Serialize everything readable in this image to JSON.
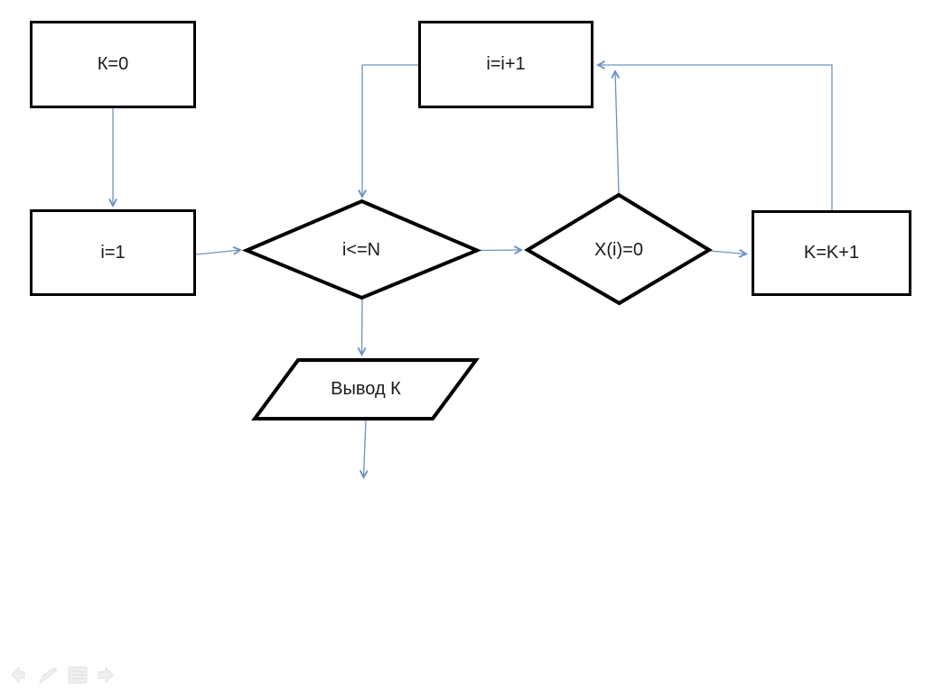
{
  "colors": {
    "connector": "#6b93c0",
    "shape_border": "#000000",
    "text_color": "#1a1a1a",
    "nav_icon_fill": "#efefef",
    "nav_icon_edge": "#e2e2e2"
  },
  "flowchart": {
    "nodes": {
      "k0": {
        "label": "К=0",
        "shape": "rectangle"
      },
      "i1": {
        "label": "i=1",
        "shape": "rectangle"
      },
      "i_inc": {
        "label": "i=i+1",
        "shape": "rectangle"
      },
      "cond_i_n": {
        "label": "i<=N",
        "shape": "diamond"
      },
      "cond_xi": {
        "label": "X(i)=0",
        "shape": "diamond"
      },
      "k_inc": {
        "label": "K=K+1",
        "shape": "rectangle"
      },
      "output_k": {
        "label": "Вывод К",
        "shape": "parallelogram"
      }
    },
    "edges": [
      {
        "from": "k0",
        "to": "i1"
      },
      {
        "from": "i1",
        "to": "cond_i_n"
      },
      {
        "from": "i_inc",
        "to": "cond_i_n"
      },
      {
        "from": "cond_i_n",
        "to": "output_k"
      },
      {
        "from": "cond_i_n",
        "to": "cond_xi"
      },
      {
        "from": "cond_xi",
        "to": "i_inc"
      },
      {
        "from": "cond_xi",
        "to": "k_inc"
      },
      {
        "from": "k_inc",
        "to": "i_inc"
      },
      {
        "from": "output_k",
        "to": "exit"
      }
    ]
  },
  "nav_toolbar": {
    "icons": [
      "arrow-left-icon",
      "pen-icon",
      "menu-icon",
      "arrow-right-icon"
    ]
  }
}
